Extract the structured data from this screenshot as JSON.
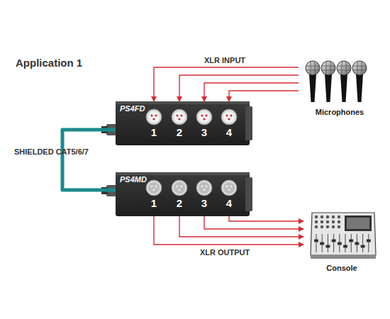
{
  "diagram": {
    "title": "Application 1",
    "nodes": [
      {
        "text": [
          "Microphones"
        ]
      },
      {
        "text": [
          "PS4FD"
        ]
      },
      {
        "text": [
          "PS4MD"
        ]
      },
      {
        "text": [
          "Console"
        ]
      }
    ],
    "edges": [
      {
        "from": 0,
        "to": 1,
        "arrow": "to",
        "label": "XLR INPUT"
      },
      {
        "from": 0,
        "to": 1,
        "arrow": "to"
      },
      {
        "from": 0,
        "to": 1,
        "arrow": "to"
      },
      {
        "from": 0,
        "to": 1,
        "arrow": "to"
      },
      {
        "from": 1,
        "to": 2,
        "arrow": "none",
        "label": "SHIELDED CAT5/6/7"
      },
      {
        "from": 2,
        "to": 3,
        "arrow": "to",
        "label": "XLR OUTPUT"
      },
      {
        "from": 2,
        "to": 3,
        "arrow": "to"
      },
      {
        "from": 2,
        "to": 3,
        "arrow": "to"
      },
      {
        "from": 2,
        "to": 3,
        "arrow": "to"
      }
    ],
    "labels": [
      "1",
      "2",
      "3",
      "4",
      "1",
      "2",
      "3",
      "4"
    ]
  }
}
